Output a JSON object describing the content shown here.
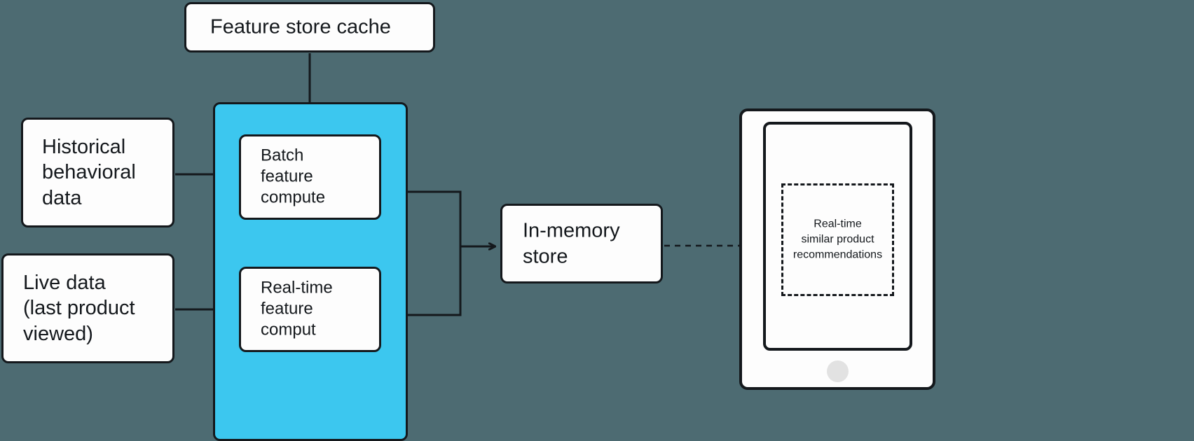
{
  "diagram": {
    "background_color": "#4d6b72",
    "accent_color": "#3cc7ef",
    "stroke_color": "#14181c",
    "node_fill": "#fdfdfd",
    "nodes": {
      "feature_store_cache": "Feature store cache",
      "historical_data": "Historical\nbehavioral\ndata",
      "live_data": "Live data\n(last product\nviewed)",
      "batch_feature_compute": "Batch\nfeature\ncompute",
      "realtime_feature_compute": "Real-time\nfeature\ncomput",
      "in_memory_store": "In-memory\nstore",
      "recommendations": "Real-time\nsimilar product\nrecommendations"
    },
    "connectors": [
      {
        "name": "cache-to-batch",
        "from": "feature_store_cache",
        "to": "batch_feature_compute",
        "style": "solid-arrow"
      },
      {
        "name": "historical-to-compute",
        "from": "historical_data",
        "to": "compute_container",
        "style": "solid-arrow"
      },
      {
        "name": "live-to-compute",
        "from": "live_data",
        "to": "compute_container",
        "style": "solid-arrow"
      },
      {
        "name": "batch-to-realtime",
        "from": "batch_feature_compute",
        "to": "realtime_feature_compute",
        "style": "solid-arrow"
      },
      {
        "name": "compute-to-store",
        "from": "compute_container",
        "to": "in_memory_store",
        "style": "solid-arrow"
      },
      {
        "name": "store-to-phone",
        "from": "in_memory_store",
        "to": "recommendations",
        "style": "dashed-arrow"
      }
    ]
  }
}
